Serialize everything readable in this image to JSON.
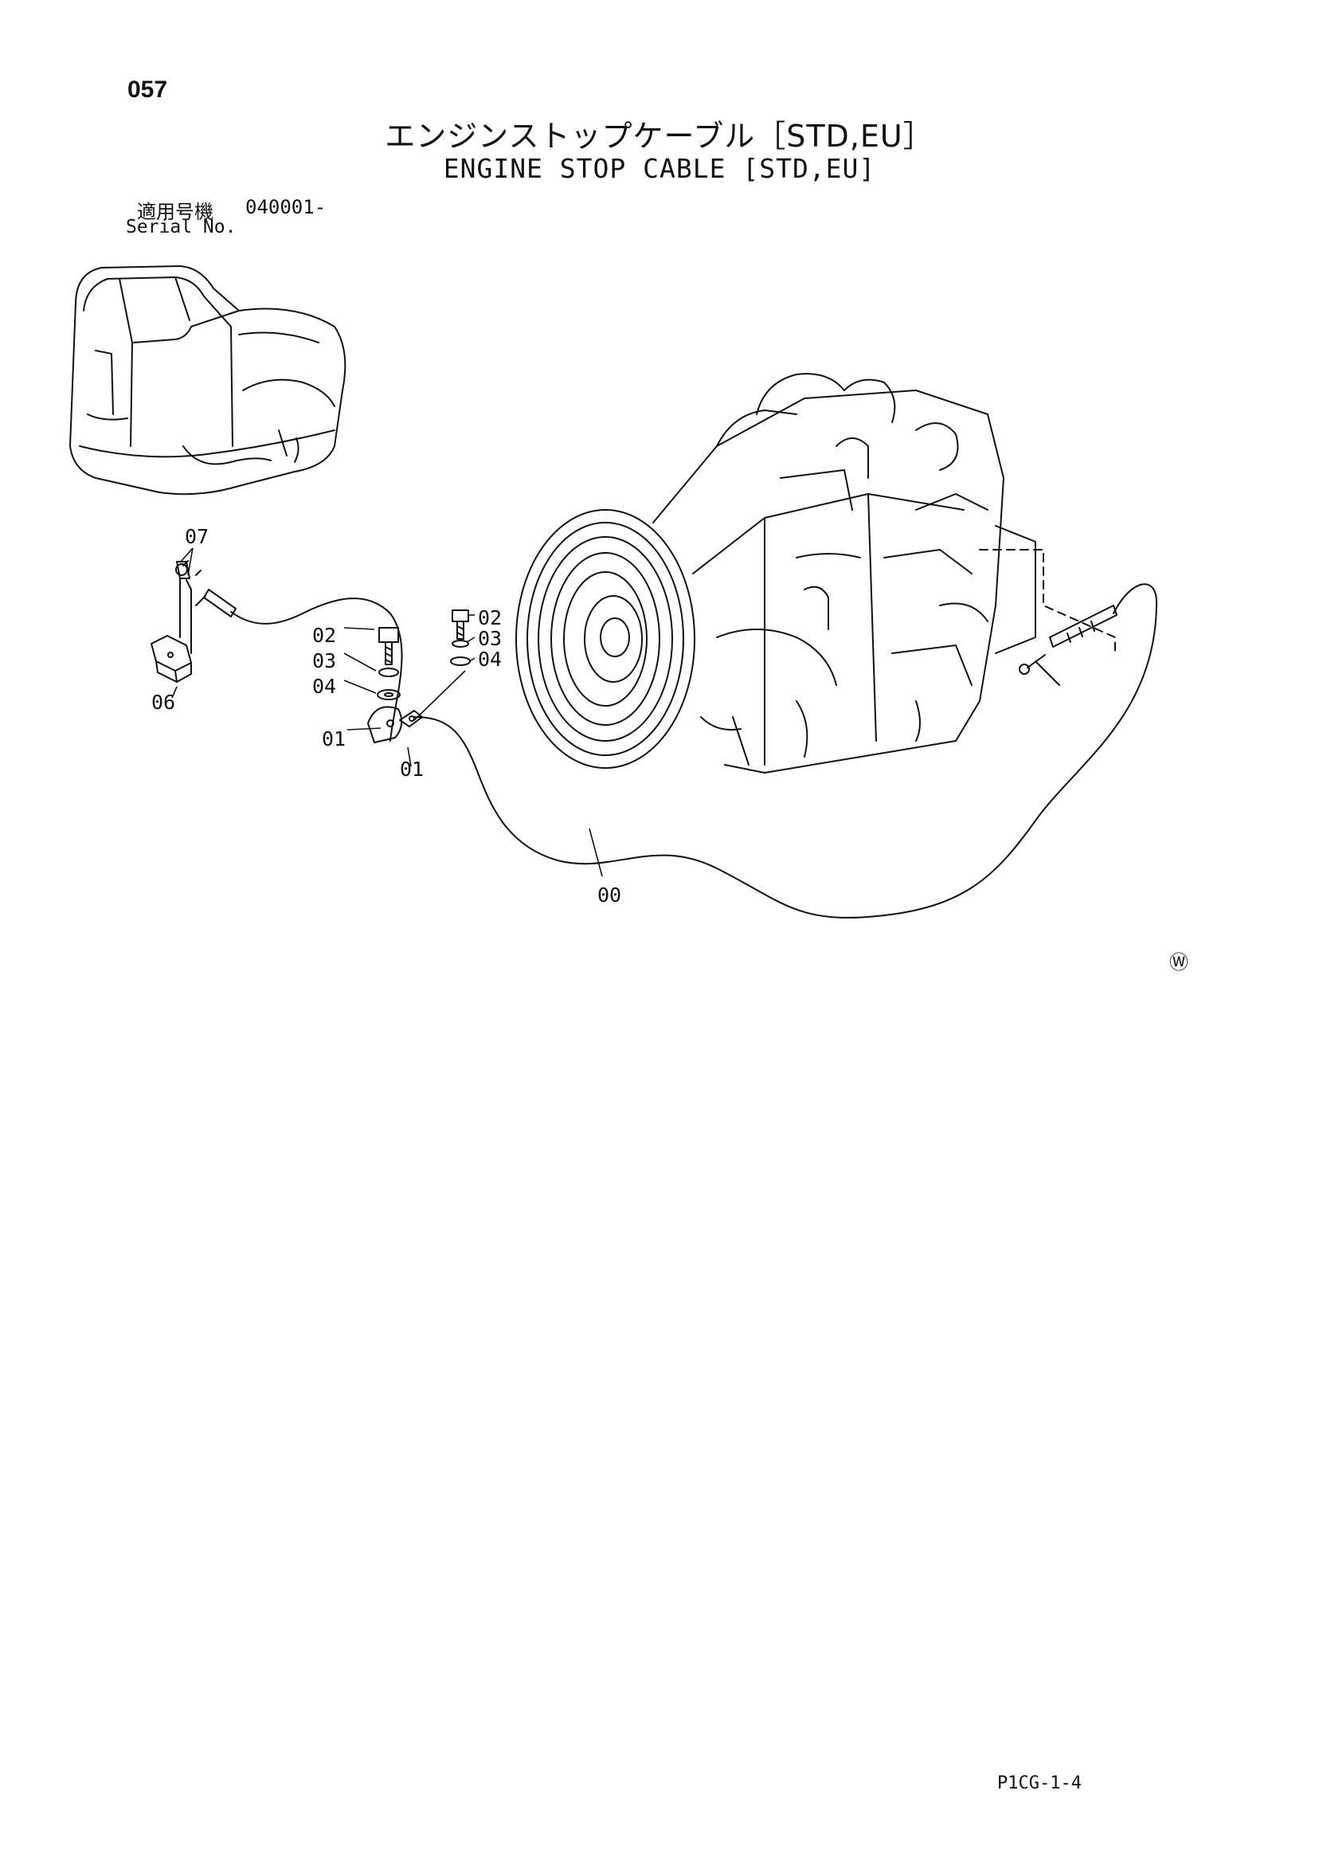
{
  "page_number": "057",
  "title_jp": "エンジンストップケーブル［STD,EU］",
  "title_en": "ENGINE STOP CABLE [STD,EU]",
  "serial_label_jp": "適用号機",
  "serial_value": "040001-",
  "serial_label_en": "Serial No.",
  "doc_code": "P1CG-1-4",
  "circle_mark": "Ⓦ",
  "callouts": {
    "c07": "07",
    "c06": "06",
    "c02a": "02",
    "c03a": "03",
    "c04a": "04",
    "c01a": "01",
    "c02b": "02",
    "c03b": "03",
    "c04b": "04",
    "c01b": "01",
    "c00": "00"
  }
}
